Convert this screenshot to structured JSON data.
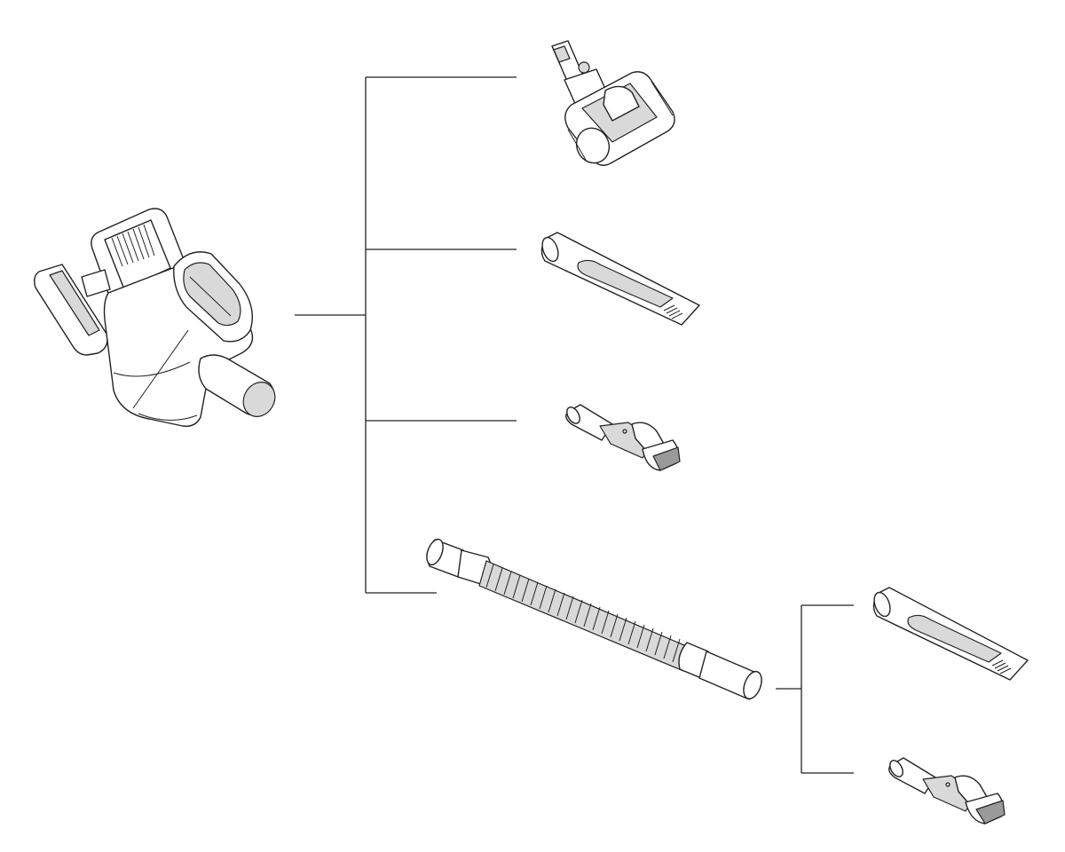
{
  "diagram": {
    "type": "accessory-tree",
    "nodes": [
      {
        "id": "handheld-unit",
        "icon": "handheld-vacuum-icon"
      },
      {
        "id": "motorized-floor-brush",
        "icon": "floor-brush-icon"
      },
      {
        "id": "crevice-tool",
        "icon": "crevice-tool-icon"
      },
      {
        "id": "dusting-brush",
        "icon": "dusting-brush-icon"
      },
      {
        "id": "flexible-hose",
        "icon": "flexible-hose-icon"
      },
      {
        "id": "hose-crevice-tool",
        "icon": "crevice-tool-icon"
      },
      {
        "id": "hose-dusting-brush",
        "icon": "dusting-brush-icon"
      }
    ],
    "edges": [
      [
        "handheld-unit",
        "motorized-floor-brush"
      ],
      [
        "handheld-unit",
        "crevice-tool"
      ],
      [
        "handheld-unit",
        "dusting-brush"
      ],
      [
        "handheld-unit",
        "flexible-hose"
      ],
      [
        "flexible-hose",
        "hose-crevice-tool"
      ],
      [
        "flexible-hose",
        "hose-dusting-brush"
      ]
    ],
    "colors": {
      "line": "#222222",
      "fill_light": "#d9d9d9",
      "fill_dark": "#9a9a9a",
      "background": "#ffffff"
    }
  }
}
